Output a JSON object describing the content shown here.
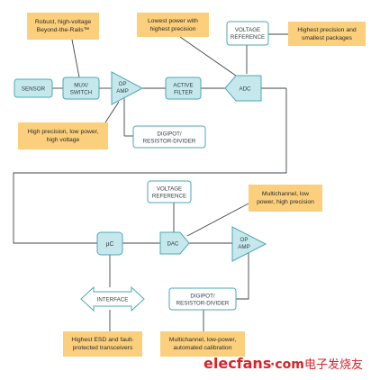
{
  "blocks": {
    "sensor": "SENSOR",
    "mux": [
      "MUX/",
      "SWITCH"
    ],
    "opamp1": [
      "OP",
      "AMP"
    ],
    "active_filter": [
      "ACTIVE",
      "FILTER"
    ],
    "adc": "ADC",
    "vref_top": [
      "VOLTAGE",
      "REFERENCE"
    ],
    "digipot_top": [
      "DIGIPOT/",
      "RESISTOR-DIVIDER"
    ],
    "vref_bottom": [
      "VOLTAGE",
      "REFERENCE"
    ],
    "uc": "µC",
    "dac": "DAC",
    "opamp2": [
      "OP",
      "AMP"
    ],
    "interface": "INTERFACE",
    "digipot_bottom": [
      "DIGIPOT/",
      "RESISTOR-DIVIDER"
    ]
  },
  "notes": {
    "robust": [
      "Robust, high-voltage",
      "Beyond-the-Rails™"
    ],
    "lowest_power": [
      "Lowest power with",
      "highest precision"
    ],
    "highest_precision": [
      "Highest precision and",
      "smallest packages"
    ],
    "high_precision": [
      "High precision, low power,",
      "high voltage"
    ],
    "multichannel": [
      "Multichannel, low",
      "power, high precision"
    ],
    "esd": [
      "Highest ESD and fault-",
      "protected transceivers"
    ],
    "multichannel_low": [
      "Multichannel, low-power,",
      "automated calibration"
    ]
  },
  "watermark": {
    "brand": "elecfans",
    "suffix": "·com",
    "cn": "电子发烧友"
  },
  "colors": {
    "block_fill": "#c6e8ec",
    "block_stroke": "#4ea7b6",
    "note_fill": "#fbcf7c",
    "line": "#3f4549",
    "brand_red": "#d8232a"
  }
}
